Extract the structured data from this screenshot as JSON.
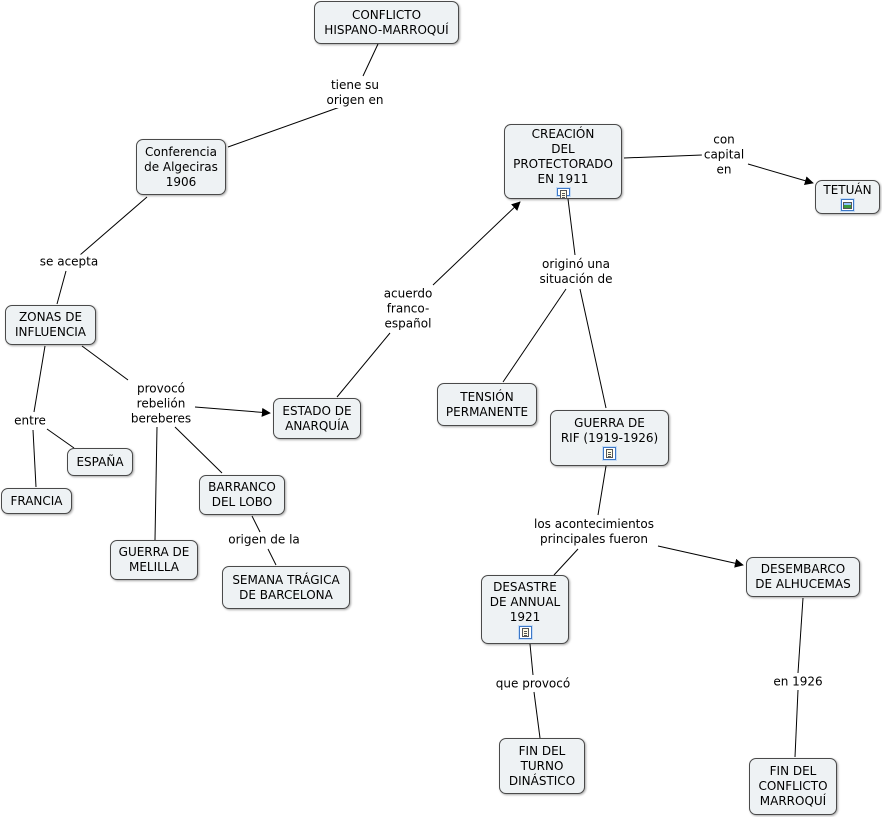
{
  "concepts": {
    "conflicto": "CONFLICTO\nHISPANO-MARROQUÍ",
    "algeciras": "Conferencia\nde Algeciras\n1906",
    "zonas": "ZONAS DE\nINFLUENCIA",
    "espana": "ESPAÑA",
    "francia": "FRANCIA",
    "melilla": "GUERRA DE\nMELILLA",
    "barranco": "BARRANCO\nDEL LOBO",
    "semana": "SEMANA TRÁGICA\nDE BARCELONA",
    "anarquia": "ESTADO DE\nANARQUÍA",
    "creacion": "CREACIÓN\nDEL\nPROTECTORADO\nEN 1911",
    "tetuan": "TETUÁN",
    "tension": "TENSIÓN\nPERMANENTE",
    "rif": "GUERRA DE\nRIF (1919-1926)",
    "annual": "DESASTRE\nDE ANNUAL\n1921",
    "alhucemas": "DESEMBARCO\nDE ALHUCEMAS",
    "turno": "FIN DEL\nTURNO\nDINÁSTICO",
    "fin_conflicto": "FIN DEL\nCONFLICTO\nMARROQUÍ"
  },
  "linking_phrases": {
    "tiene_origen": "tiene su\norigen en",
    "se_acepta": "se acepta",
    "entre": "entre",
    "provoco": "provocó\nrebelión\nbereberes",
    "origen_de_la": "origen de la",
    "acuerdo": "acuerdo\nfranco-\nespañol",
    "con_capital": "con\ncapital\nen",
    "origino": "originó una\nsituación de",
    "acontecimientos": "los acontecimientos\nprincipales fueron",
    "que_provoco": "que provocó",
    "en_1926": "en 1926"
  },
  "resource_icons": {
    "creacion": "document-icon",
    "tetuan": "image-icon",
    "rif": "document-icon",
    "annual": "document-icon"
  },
  "colors": {
    "node_fill": "#eef2f4",
    "node_border": "#4a4a4a",
    "line": "#000000"
  }
}
